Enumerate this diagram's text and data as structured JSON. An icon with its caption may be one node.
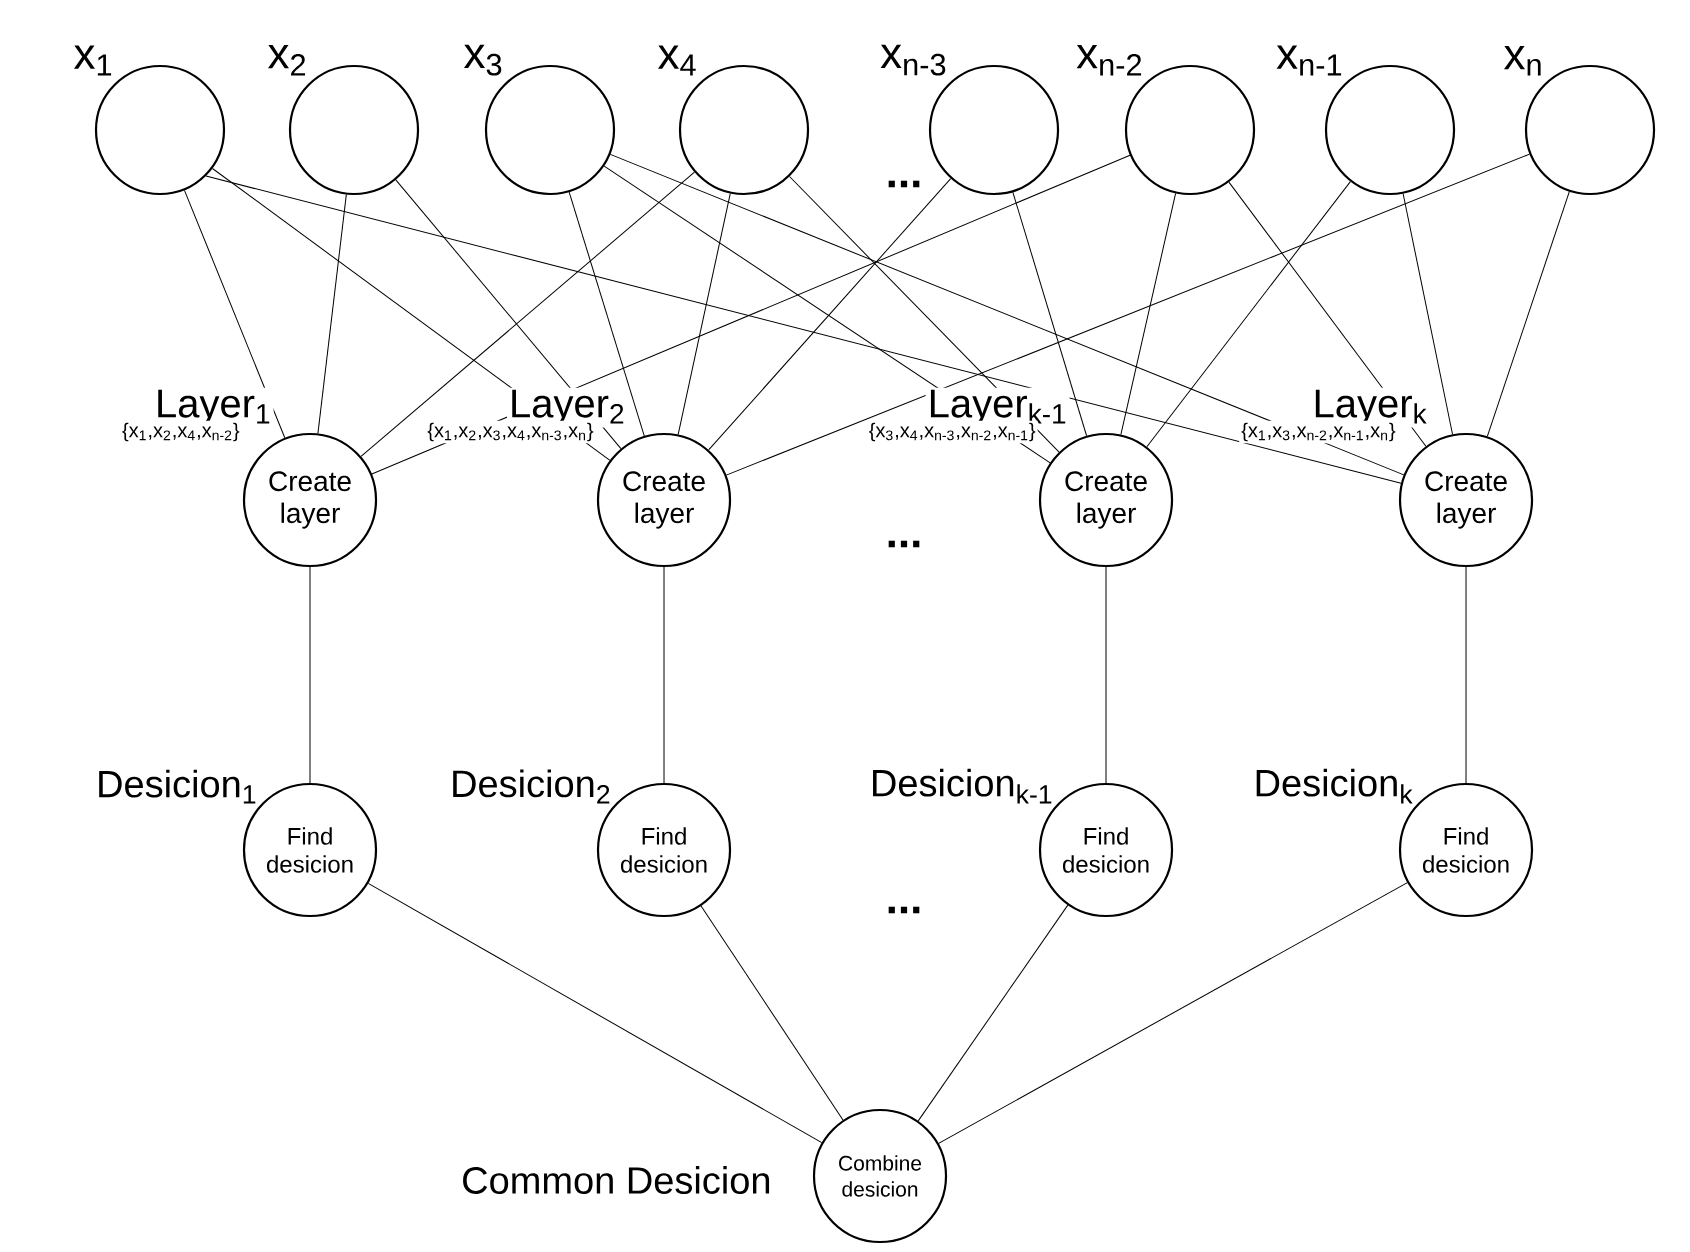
{
  "diagram": {
    "nodes": [
      {
        "text": [
          "x$_{1}$"
        ]
      },
      {
        "text": [
          "x$_{2}$"
        ]
      },
      {
        "text": [
          "x$_{3}$"
        ]
      },
      {
        "text": [
          "x$_{4}$"
        ]
      },
      {
        "text": [
          "x$_{n-3}$"
        ]
      },
      {
        "text": [
          "x$_{n-2}$"
        ]
      },
      {
        "text": [
          "x$_{n-1}$"
        ]
      },
      {
        "text": [
          "x$_{n}$"
        ]
      },
      {
        "text": [
          "Create layer"
        ],
        "beside": [
          "Layer$_{1}$",
          "{x$_{1}$,x$_{2}$,x$_{4}$,x$_{n-2}$}"
        ]
      },
      {
        "text": [
          "Create layer"
        ],
        "beside": [
          "Layer$_{2}$",
          "{x$_{1}$,x$_{2}$,x$_{3}$,x$_{4}$,x$_{n-3}$,x$_{n}$}"
        ]
      },
      {
        "text": [
          "Create layer"
        ],
        "beside": [
          "Layer$_{k-1}$",
          "{x$_{3}$,x$_{4}$,x$_{n-3}$,x$_{n-2}$,x$_{n-1}$}"
        ]
      },
      {
        "text": [
          "Create layer"
        ],
        "beside": [
          "Layer$_{k}$",
          "{x$_{1}$,x$_{3}$,x$_{n-2}$,x$_{n-1}$,x$_{n}$}"
        ]
      },
      {
        "text": [
          "Find desicion"
        ],
        "beside": [
          "Desicion$_{1}$"
        ]
      },
      {
        "text": [
          "Find desicion"
        ],
        "beside": [
          "Desicion$_{2}$"
        ]
      },
      {
        "text": [
          "Find desicion"
        ],
        "beside": [
          "Desicion$_{k-1}$"
        ]
      },
      {
        "text": [
          "Find desicion"
        ],
        "beside": [
          "Desicion$_{k}$"
        ]
      },
      {
        "text": [
          "Combine desicion"
        ],
        "beside": [
          "Common Desicion"
        ]
      }
    ],
    "edges": [
      {
        "from": 0,
        "to": 8,
        "arrow": "none"
      },
      {
        "from": 1,
        "to": 8,
        "arrow": "none"
      },
      {
        "from": 3,
        "to": 8,
        "arrow": "none"
      },
      {
        "from": 5,
        "to": 8,
        "arrow": "none"
      },
      {
        "from": 0,
        "to": 9,
        "arrow": "none"
      },
      {
        "from": 1,
        "to": 9,
        "arrow": "none"
      },
      {
        "from": 2,
        "to": 9,
        "arrow": "none"
      },
      {
        "from": 3,
        "to": 9,
        "arrow": "none"
      },
      {
        "from": 4,
        "to": 9,
        "arrow": "none"
      },
      {
        "from": 7,
        "to": 9,
        "arrow": "none"
      },
      {
        "from": 2,
        "to": 10,
        "arrow": "none"
      },
      {
        "from": 3,
        "to": 10,
        "arrow": "none"
      },
      {
        "from": 4,
        "to": 10,
        "arrow": "none"
      },
      {
        "from": 5,
        "to": 10,
        "arrow": "none"
      },
      {
        "from": 6,
        "to": 10,
        "arrow": "none"
      },
      {
        "from": 0,
        "to": 11,
        "arrow": "none"
      },
      {
        "from": 2,
        "to": 11,
        "arrow": "none"
      },
      {
        "from": 5,
        "to": 11,
        "arrow": "none"
      },
      {
        "from": 6,
        "to": 11,
        "arrow": "none"
      },
      {
        "from": 7,
        "to": 11,
        "arrow": "none"
      },
      {
        "from": 8,
        "to": 12,
        "arrow": "none"
      },
      {
        "from": 9,
        "to": 13,
        "arrow": "none"
      },
      {
        "from": 10,
        "to": 14,
        "arrow": "none"
      },
      {
        "from": 11,
        "to": 15,
        "arrow": "none"
      },
      {
        "from": 12,
        "to": 16,
        "arrow": "none"
      },
      {
        "from": 13,
        "to": 16,
        "arrow": "none"
      },
      {
        "from": 14,
        "to": 16,
        "arrow": "none"
      },
      {
        "from": 15,
        "to": 16,
        "arrow": "none"
      }
    ],
    "labels": [
      "...",
      "...",
      "..."
    ]
  }
}
